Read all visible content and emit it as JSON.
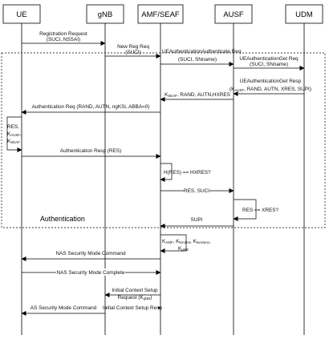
{
  "entities": [
    "UE",
    "gNB",
    "AMF/SEAF",
    "AUSF",
    "UDM"
  ],
  "messages": {
    "registration_request": [
      "Registration Request",
      "(SUCI, NSSAI)"
    ],
    "new_reg_req": [
      "New Reg Req",
      "(SUCI)"
    ],
    "ue_auth_authenticate_req": [
      "UEAuthenticationAuthenticate Req",
      "(SUCI, SNname)"
    ],
    "ue_auth_get_req": [
      "UEAuthenticationGet Req",
      "(SUCI, SNname)"
    ],
    "ue_auth_get_resp": [
      "UEAuthenticationGet Resp",
      "(K_AUSF, RAND, AUTN, XRES, SUPI)"
    ],
    "ausf_to_amf": "K_SEAF, RAND, AUTN,HXRES",
    "auth_req": "Authentication Req (RAND, AUTN, ngKSi, ABBA=0)",
    "ue_keys": [
      "RES,",
      "K_AUSF,",
      "K_SEAF"
    ],
    "auth_resp": "Authentication Resp (RES)",
    "hres_check": "H(RES) == HXRES?",
    "res_suci": "RES, SUCI",
    "res_xres": "RES == XRES?",
    "supi": "SUPI",
    "amf_keys": [
      "K_AMF, K_NASint, K_NASenc,",
      "K_gNB"
    ],
    "nas_smc": "NAS Security Mode Command",
    "nas_smc_complete": "NAS Security Mode Complete",
    "initial_context_setup": [
      "Initial Context Setup",
      "Request (K_gNB)"
    ],
    "as_smc": "AS Security Mode Command",
    "initial_context_setup_resp": "Initial Context Setup Resp"
  },
  "authentication_label": "Authentication"
}
